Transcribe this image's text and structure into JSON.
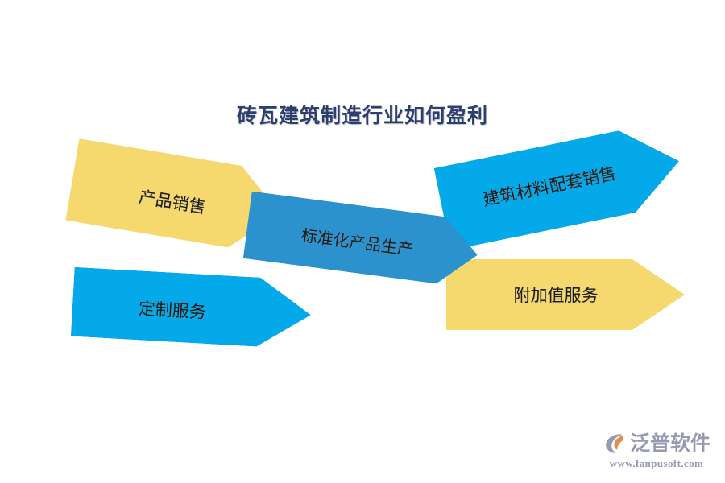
{
  "title": "砖瓦建筑制造行业如何盈利",
  "colors": {
    "background": "#ffffff",
    "yellow": "#f5d96e",
    "bright_blue": "#03a9e8",
    "center_blue": "#2b92ce",
    "title_text": "#2d3f6b",
    "label_text": "#1a1a1a",
    "logo_gray": "#8b93ad",
    "logo_orange": "#e8833a"
  },
  "diagram": {
    "type": "arrow-flow",
    "center": {
      "label": "标准化产品生产",
      "color_name": "center_blue",
      "shape": "right-arrow-banner"
    },
    "branches": [
      {
        "position": "top-left",
        "label": "产品销售",
        "color_name": "yellow",
        "shape": "right-arrow",
        "rotation_deg": 9.5
      },
      {
        "position": "top-right",
        "label": "建筑材料配套销售",
        "color_name": "bright_blue",
        "shape": "right-arrow",
        "rotation_deg": -11.5
      },
      {
        "position": "bottom-left",
        "label": "定制服务",
        "color_name": "bright_blue",
        "shape": "right-arrow",
        "rotation_deg": 3.2
      },
      {
        "position": "bottom-right",
        "label": "附加值服务",
        "color_name": "yellow",
        "shape": "right-arrow",
        "rotation_deg": 0
      }
    ]
  },
  "logo": {
    "mark": "fanpu-swoosh-icon",
    "name": "泛普软件",
    "url": "www.fanpusoft.com"
  }
}
